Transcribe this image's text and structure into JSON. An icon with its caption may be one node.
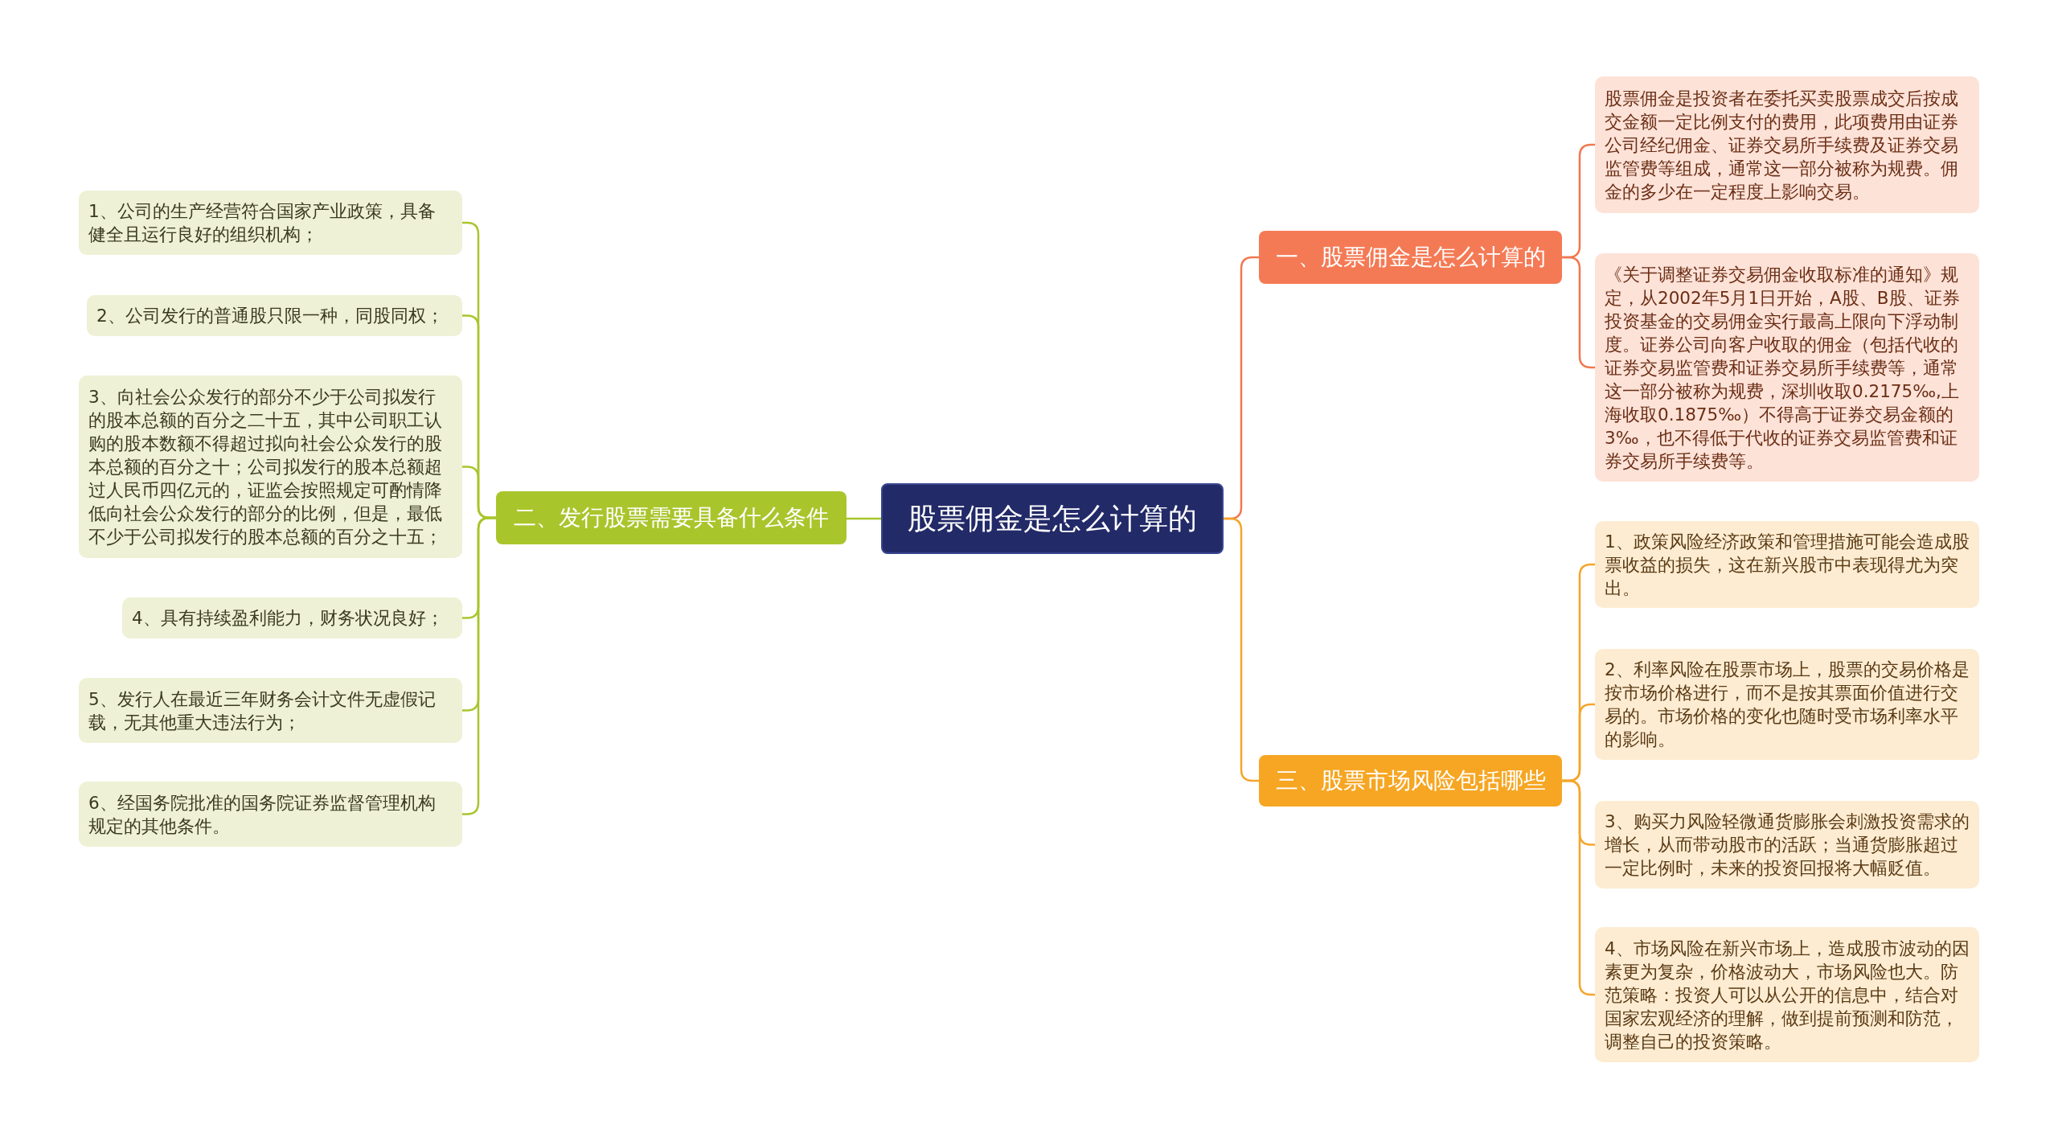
{
  "diagram": {
    "nodes": [
      {
        "text": [
          "股票佣金是怎么计算的"
        ]
      },
      {
        "text": [
          "一、股票佣金是怎么计算的"
        ]
      },
      {
        "text": [
          "股票佣金是投资者在委托买卖股票成交后按成交金额一定比例支付的费用，此项费用由证券公司经纪佣金、证券交易所手续费及证券交易监管费等组成，通常这一部分被称为规费。佣金的多少在一定程度上影响交易。"
        ]
      },
      {
        "text": [
          "《关于调整证券交易佣金收取标准的通知》规定，从2002年5月1日开始，A股、B股、证券投资基金的交易佣金实行最高上限向下浮动制度。证券公司向客户收取的佣金（包括代收的证券交易监管费和证券交易所手续费等，通常这一部分被称为规费，深圳收取0.2175‰,上海收取0.1875‰）不得高于证券交易金额的3‰，也不得低于代收的证券交易监管费和证券交易所手续费等。"
        ]
      },
      {
        "text": [
          "三、股票市场风险包括哪些"
        ]
      },
      {
        "text": [
          "1、政策风险经济政策和管理措施可能会造成股票收益的损失，这在新兴股市中表现得尤为突出。"
        ]
      },
      {
        "text": [
          "2、利率风险在股票市场上，股票的交易价格是按市场价格进行，而不是按其票面价值进行交易的。市场价格的变化也随时受市场利率水平的影响。"
        ]
      },
      {
        "text": [
          "3、购买力风险轻微通货膨胀会刺激投资需求的增长，从而带动股市的活跃；当通货膨胀超过一定比例时，未来的投资回报将大幅贬值。"
        ]
      },
      {
        "text": [
          "4、市场风险在新兴市场上，造成股市波动的因素更为复杂，价格波动大，市场风险也大。防范策略：投资人可以从公开的信息中，结合对国家宏观经济的理解，做到提前预测和防范，调整自己的投资策略。"
        ]
      },
      {
        "text": [
          "二、发行股票需要具备什么条件"
        ]
      },
      {
        "text": [
          "1、公司的生产经营符合国家产业政策，具备健全且运行良好的组织机构；"
        ]
      },
      {
        "text": [
          "2、公司发行的普通股只限一种，同股同权；"
        ]
      },
      {
        "text": [
          "3、向社会公众发行的部分不少于公司拟发行的股本总额的百分之二十五，其中公司职工认购的股本数额不得超过拟向社会公众发行的股本总额的百分之十；公司拟发行的股本总额超过人民币四亿元的，证监会按照规定可酌情降低向社会公众发行的部分的比例，但是，最低不少于公司拟发行的股本总额的百分之十五；"
        ]
      },
      {
        "text": [
          "4、具有持续盈利能力，财务状况良好；"
        ]
      },
      {
        "text": [
          "5、发行人在最近三年财务会计文件无虚假记载，无其他重大违法行为；"
        ]
      },
      {
        "text": [
          "6、经国务院批准的国务院证券监督管理机构规定的其他条件。"
        ]
      }
    ],
    "edges": [
      {
        "from": 0,
        "to": 1,
        "arrow": "none",
        "color": "#f0784f"
      },
      {
        "from": 1,
        "to": 2,
        "arrow": "none",
        "color": "#f0784f"
      },
      {
        "from": 1,
        "to": 3,
        "arrow": "none",
        "color": "#f0784f"
      },
      {
        "from": 0,
        "to": 4,
        "arrow": "none",
        "color": "#f5a52a"
      },
      {
        "from": 4,
        "to": 5,
        "arrow": "none",
        "color": "#f5a52a"
      },
      {
        "from": 4,
        "to": 6,
        "arrow": "none",
        "color": "#f5a52a"
      },
      {
        "from": 4,
        "to": 7,
        "arrow": "none",
        "color": "#f5a52a"
      },
      {
        "from": 4,
        "to": 8,
        "arrow": "none",
        "color": "#f5a52a"
      },
      {
        "from": 0,
        "to": 9,
        "arrow": "none"
      },
      {
        "from": 9,
        "to": 10,
        "arrow": "none"
      },
      {
        "from": 9,
        "to": 11,
        "arrow": "none"
      },
      {
        "from": 9,
        "to": 12,
        "arrow": "none"
      },
      {
        "from": 9,
        "to": 13,
        "arrow": "none"
      },
      {
        "from": 9,
        "to": 14,
        "arrow": "none"
      },
      {
        "from": 9,
        "to": 15,
        "arrow": "none"
      }
    ]
  }
}
